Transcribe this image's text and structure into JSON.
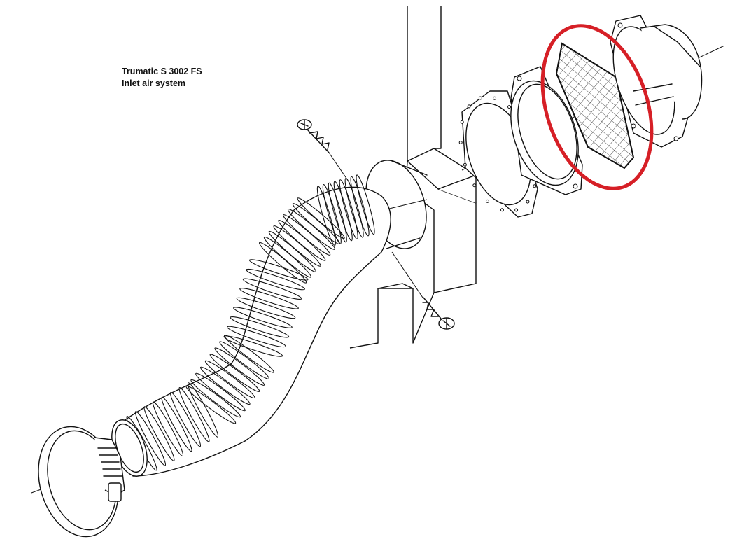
{
  "diagram": {
    "title_line1": "Trumatic S 3002 FS",
    "title_line2": "Inlet air system",
    "highlight_color": "#d61f26",
    "line_color": "#111111",
    "parts": [
      "hose-clamp",
      "flexible-hose",
      "screw",
      "screw",
      "inlet-adapter",
      "vertical-duct",
      "gasket",
      "flange-ring",
      "mesh-filter",
      "heater-inlet-housing"
    ]
  }
}
